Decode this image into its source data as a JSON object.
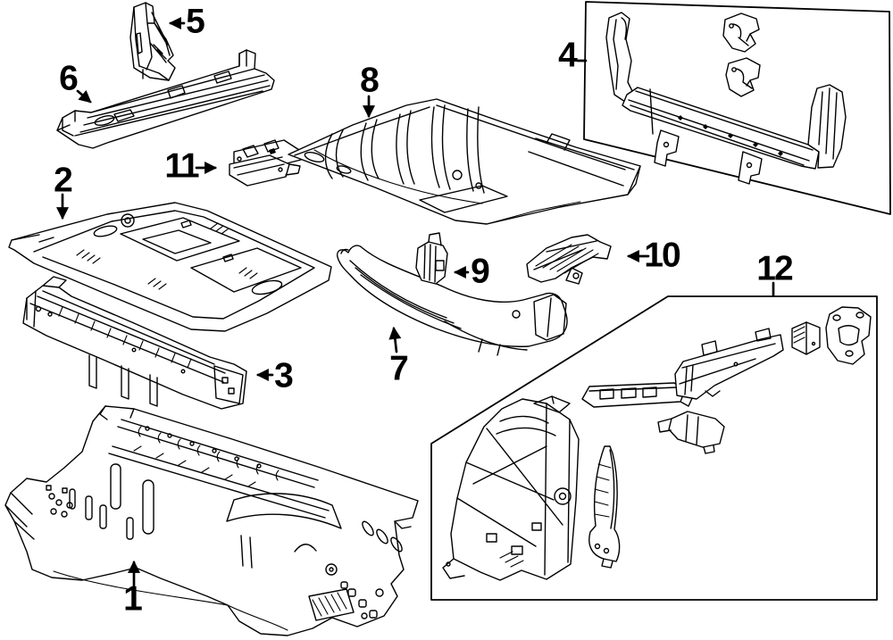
{
  "figure": {
    "background_color": "#ffffff",
    "line_color": "#000000",
    "callouts": [
      {
        "label": "1",
        "target": "front-floor-pan",
        "boxed": false
      },
      {
        "label": "2",
        "target": "center-floor-pan",
        "boxed": false
      },
      {
        "label": "3",
        "target": "rear-floor-crossmember",
        "boxed": false
      },
      {
        "label": "4",
        "target": "rear-body-panel",
        "boxed": true
      },
      {
        "label": "5",
        "target": "pillar-bracket",
        "boxed": false
      },
      {
        "label": "6",
        "target": "rocker-sill-panel",
        "boxed": false
      },
      {
        "label": "7",
        "target": "suspension-crossmember",
        "boxed": false
      },
      {
        "label": "8",
        "target": "rear-floor-pan",
        "boxed": false
      },
      {
        "label": "9",
        "target": "support-bracket",
        "boxed": false
      },
      {
        "label": "10",
        "target": "floor-pan-bracket",
        "boxed": false
      },
      {
        "label": "11",
        "target": "seat-support-bracket",
        "boxed": false
      },
      {
        "label": "12",
        "target": "apron-rail-assembly",
        "boxed": true
      }
    ]
  }
}
